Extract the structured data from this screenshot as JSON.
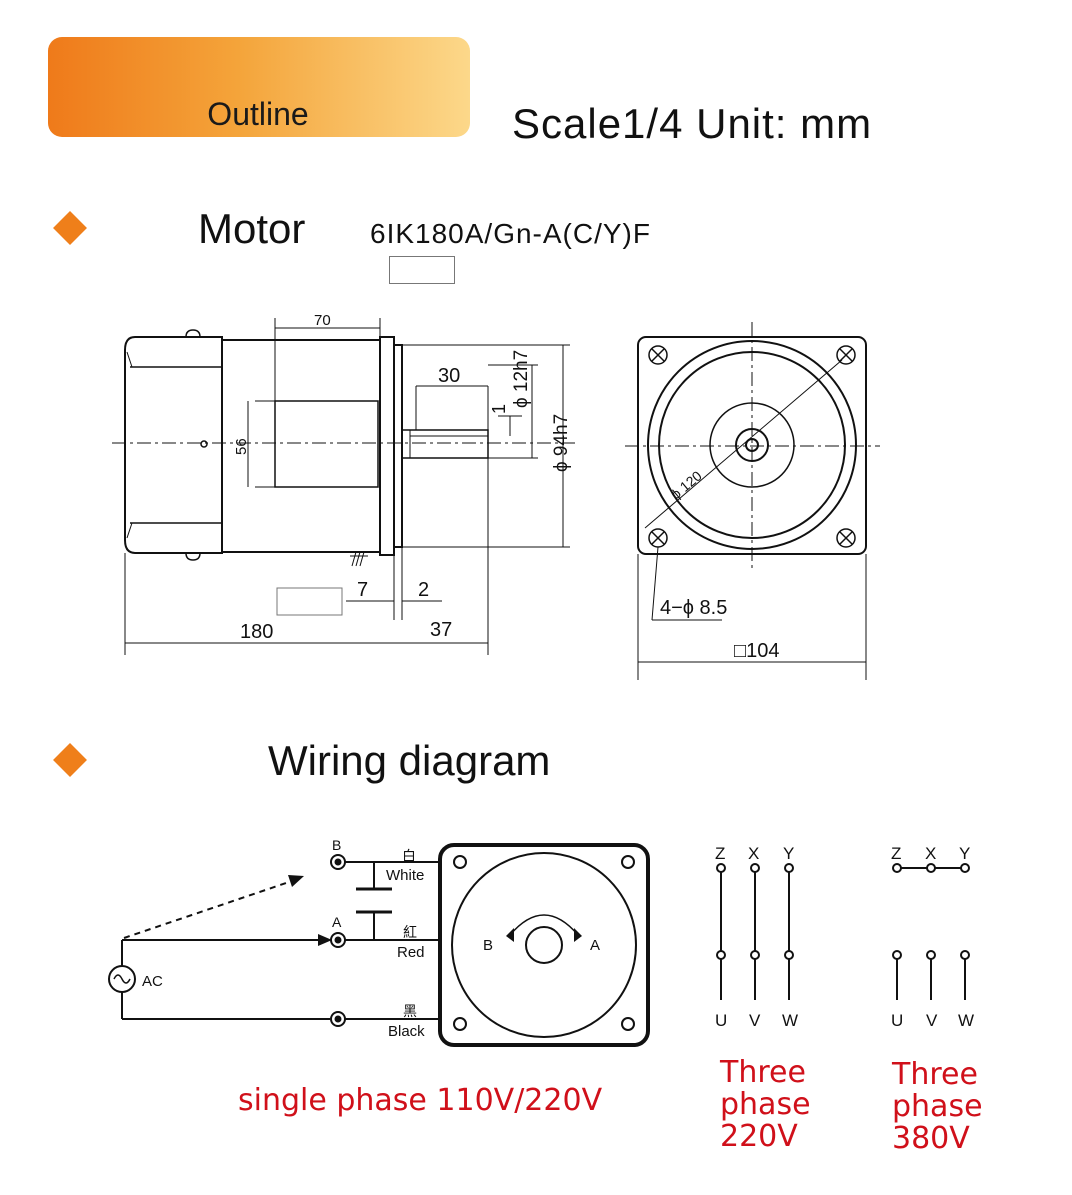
{
  "header": {
    "badge_label": "Outline",
    "scale_text": "Scale1/4 Unit:  mm",
    "badge_color": "#ef7a1a"
  },
  "motor_section": {
    "title": "Motor",
    "model": "6IK180A/Gn-A(C/Y)F",
    "side_view": {
      "dim_70": "70",
      "dim_30": "30",
      "dim_shaft_dia": "ϕ 12h7",
      "dim_key": "1",
      "dim_flange": "ϕ 94h7",
      "dim_56": "56",
      "dim_7": "7",
      "dim_2": "2",
      "dim_180": "180",
      "dim_37": "37"
    },
    "front_view": {
      "dim_circle": "ϕ 120",
      "dim_holes": "4−ϕ 8.5",
      "dim_square": "□104"
    }
  },
  "wiring_section": {
    "title": "Wiring diagram",
    "single_phase": {
      "terminal_b": "B",
      "terminal_a": "A",
      "source": "AC",
      "white_cn": "白",
      "white_en": "White",
      "red_cn": "紅",
      "red_en": "Red",
      "black_cn": "黑",
      "black_en": "Black",
      "dir_b": "B",
      "dir_a": "A",
      "caption": "single phase 110V/220V"
    },
    "three_phase_220": {
      "top": [
        "Z",
        "X",
        "Y"
      ],
      "bottom": [
        "U",
        "V",
        "W"
      ],
      "caption": [
        "Three",
        "phase",
        "220V"
      ]
    },
    "three_phase_380": {
      "top": [
        "Z",
        "X",
        "Y"
      ],
      "bottom": [
        "U",
        "V",
        "W"
      ],
      "caption": [
        "Three",
        "phase",
        "380V"
      ]
    },
    "caption_color": "#d0101a"
  }
}
